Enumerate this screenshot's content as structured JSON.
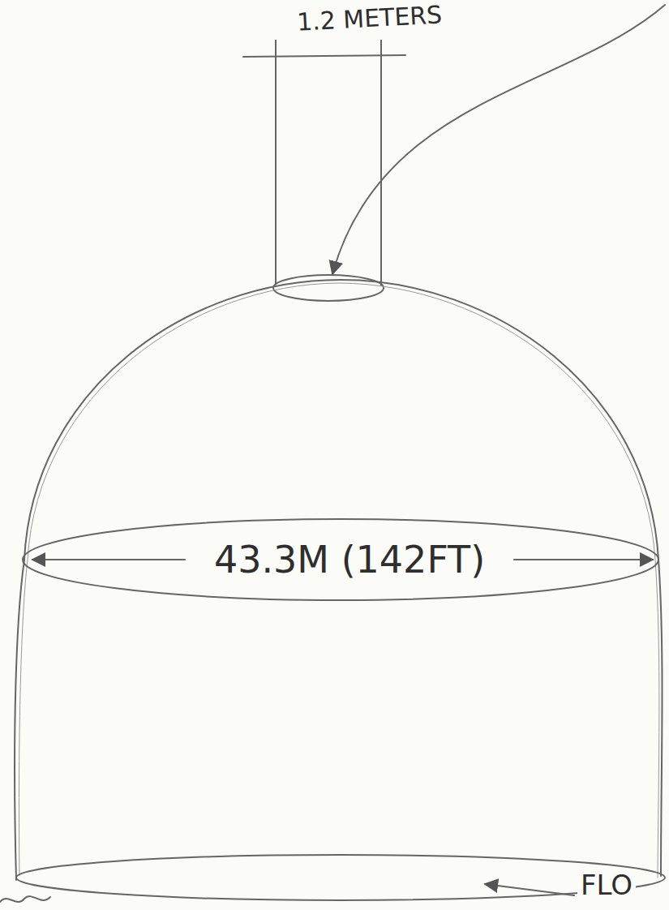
{
  "diagram": {
    "labels": [
      "1.2 METERS",
      "43.3M (142FT)",
      "FLO"
    ]
  }
}
